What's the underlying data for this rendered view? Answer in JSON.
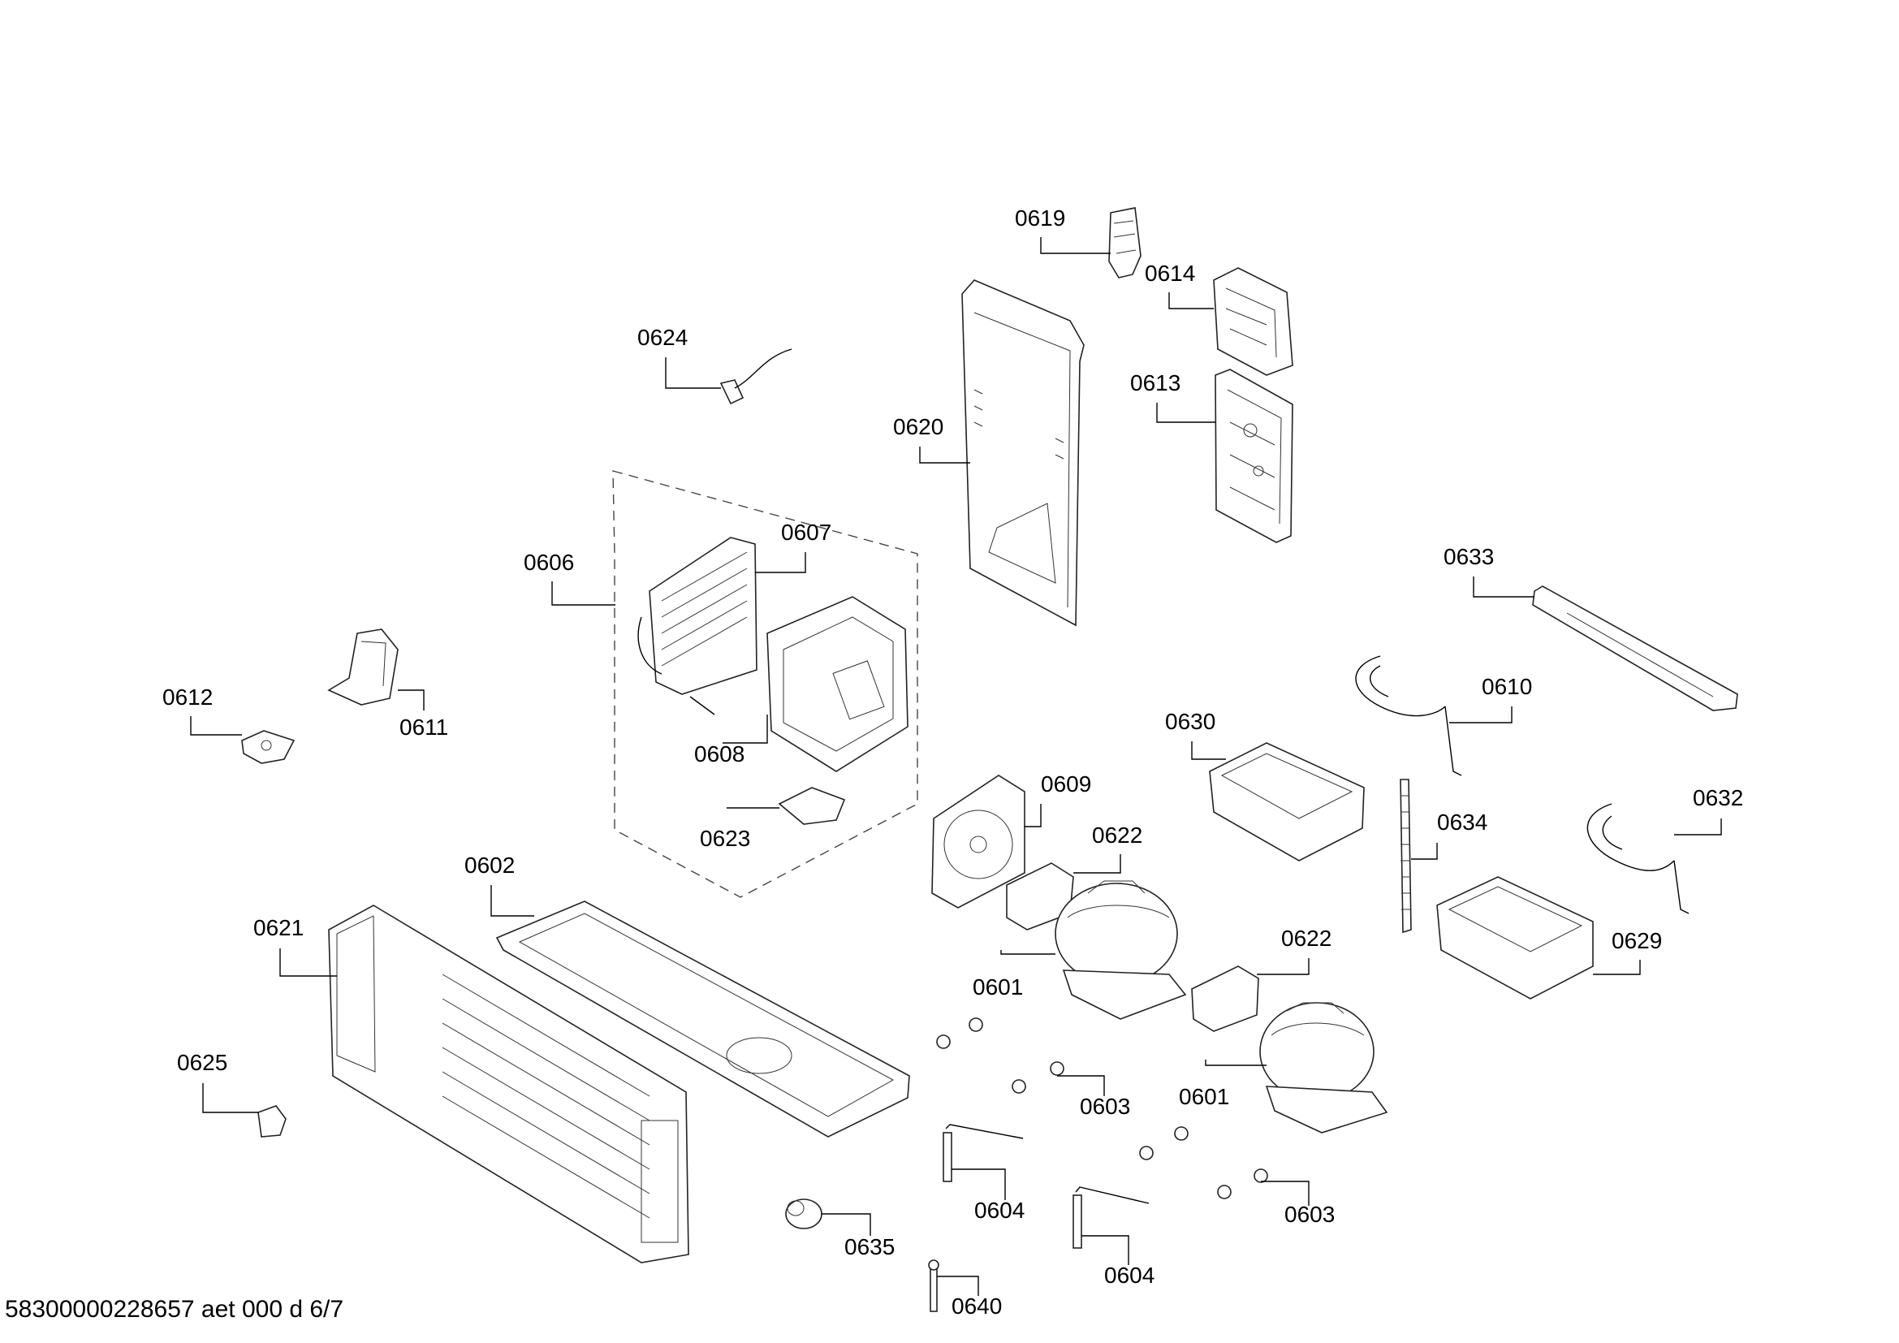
{
  "footer": {
    "document_id": "58300000228657 aet 000 d 6/7"
  },
  "labels": [
    "0619",
    "0614",
    "0624",
    "0613",
    "0620",
    "0607",
    "0606",
    "0633",
    "0610",
    "0612",
    "0611",
    "0608",
    "0630",
    "0609",
    "0623",
    "0632",
    "0634",
    "0622",
    "0602",
    "0621",
    "0629",
    "0622",
    "0601",
    "0601",
    "0603",
    "0625",
    "0603",
    "0604",
    "0635",
    "0604",
    "0640"
  ]
}
